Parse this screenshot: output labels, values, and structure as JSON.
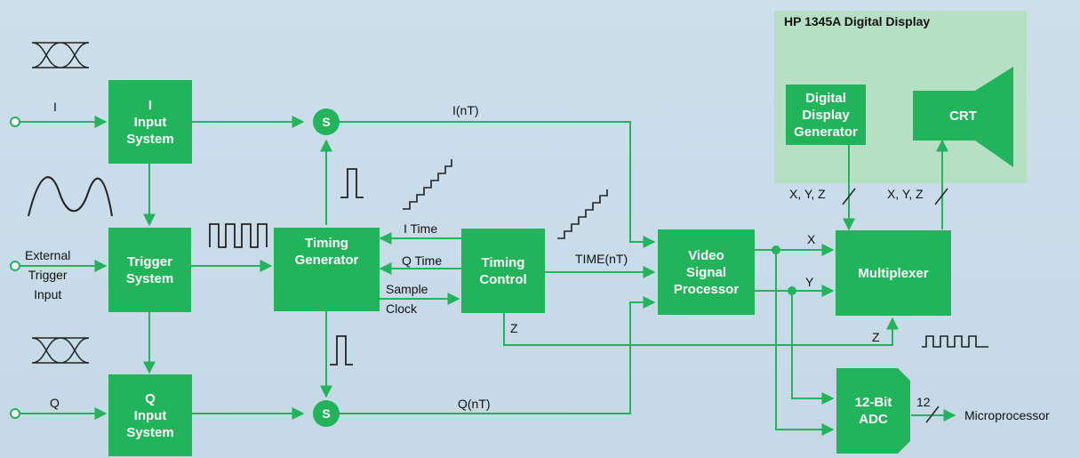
{
  "panel": {
    "title": "HP 1345A Digital Display"
  },
  "blocks": {
    "i_input": "I\nInput\nSystem",
    "trigger": "Trigger\nSystem",
    "q_input": "Q\nInput\nSystem",
    "timing_generator": "Timing\nGenerator",
    "timing_control": "Timing\nControl",
    "video": "Video\nSignal\nProcessor",
    "multiplexer": "Multiplexer",
    "ddg": "Digital\nDisplay\nGenerator",
    "crt": "CRT",
    "adc": "12-Bit\nADC"
  },
  "summers": {
    "top": "S",
    "bottom": "S"
  },
  "labels": {
    "i_in": "I",
    "external_trigger": "External\nTrigger\nInput",
    "q_in": "Q",
    "i_nt": "I(nT)",
    "q_nt": "Q(nT)",
    "i_time": "I Time",
    "q_time": "Q Time",
    "sample_clock": "Sample\nClock",
    "time_nt": "TIME(nT)",
    "z": "Z",
    "z2": "Z",
    "x": "X",
    "y": "Y",
    "xyz1": "X, Y, Z",
    "xyz2": "X, Y, Z",
    "twelve": "12",
    "microprocessor": "Microprocessor"
  }
}
